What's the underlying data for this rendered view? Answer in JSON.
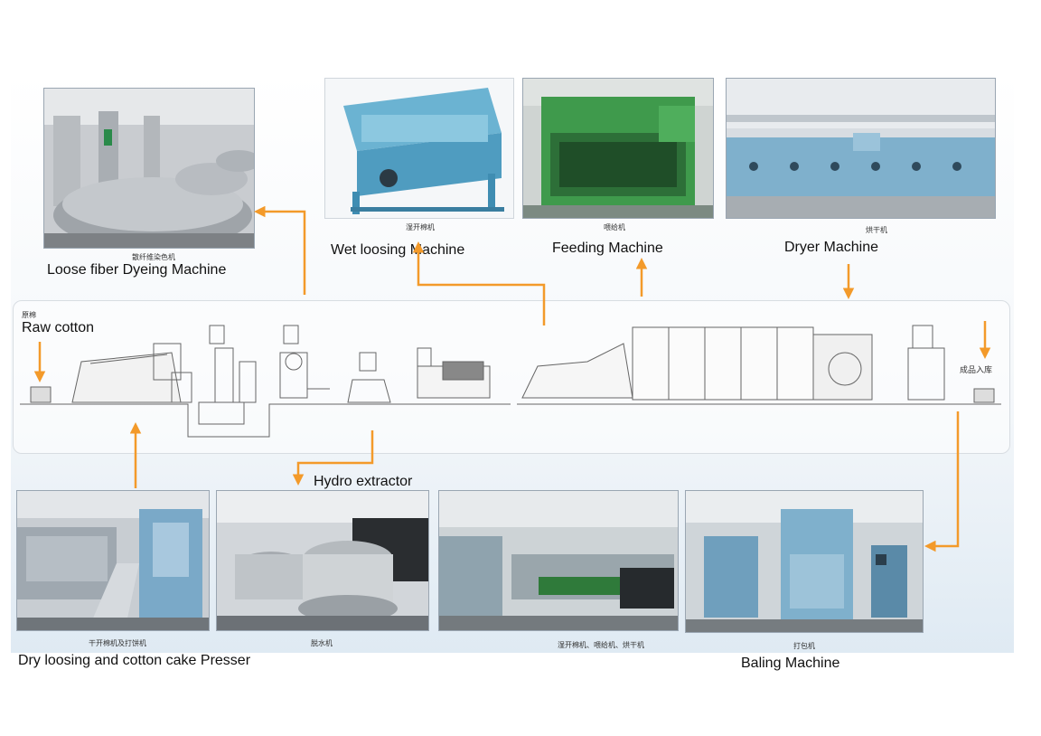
{
  "colors": {
    "arrow": "#f39a2a",
    "machine_blue": "#5aa3c6",
    "machine_green": "#3f9a4c",
    "steel": "#9aa0a6"
  },
  "top_machines": [
    {
      "cn": "散纤维染色机",
      "en": "Loose fiber Dyeing Machine"
    },
    {
      "cn": "湿开棉机",
      "en": "Wet loosing Machine"
    },
    {
      "cn": "喂给机",
      "en": "Feeding Machine"
    },
    {
      "cn": "烘干机",
      "en": "Dryer Machine"
    }
  ],
  "process_line": {
    "start_cn": "原棉",
    "start_en": "Raw cotton",
    "end_cn": "成品入库",
    "hydro_label": "Hydro extractor"
  },
  "bottom_machines": [
    {
      "cn": "干开棉机及打饼机",
      "en": "Dry loosing and cotton cake Presser"
    },
    {
      "cn": "脱水机",
      "en": ""
    },
    {
      "cn": "湿开棉机、喂给机、烘干机",
      "en": ""
    },
    {
      "cn": "打包机",
      "en": "Baling Machine"
    }
  ]
}
